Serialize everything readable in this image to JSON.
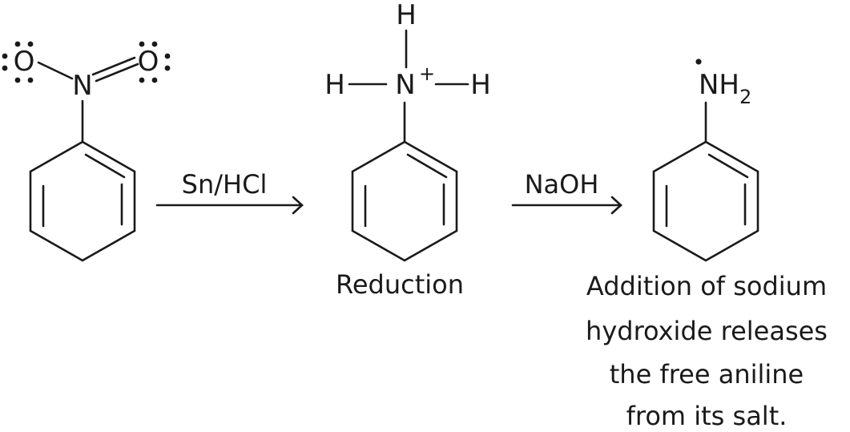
{
  "nitrobenzene": {
    "oxygen_left": "O",
    "oxygen_right": "O",
    "nitrogen": "N"
  },
  "step1": {
    "reagent": "Sn/HCl",
    "label": "Reduction"
  },
  "anilinium": {
    "nitrogen": "N",
    "charge": "+",
    "h_top": "H",
    "h_left": "H",
    "h_right": "H"
  },
  "step2": {
    "reagent": "NaOH"
  },
  "aniline": {
    "group": "NH",
    "subscript": "2"
  },
  "caption": {
    "lines": [
      "Addition of sodium",
      "hydroxide releases",
      "the free aniline",
      "from its salt."
    ]
  }
}
